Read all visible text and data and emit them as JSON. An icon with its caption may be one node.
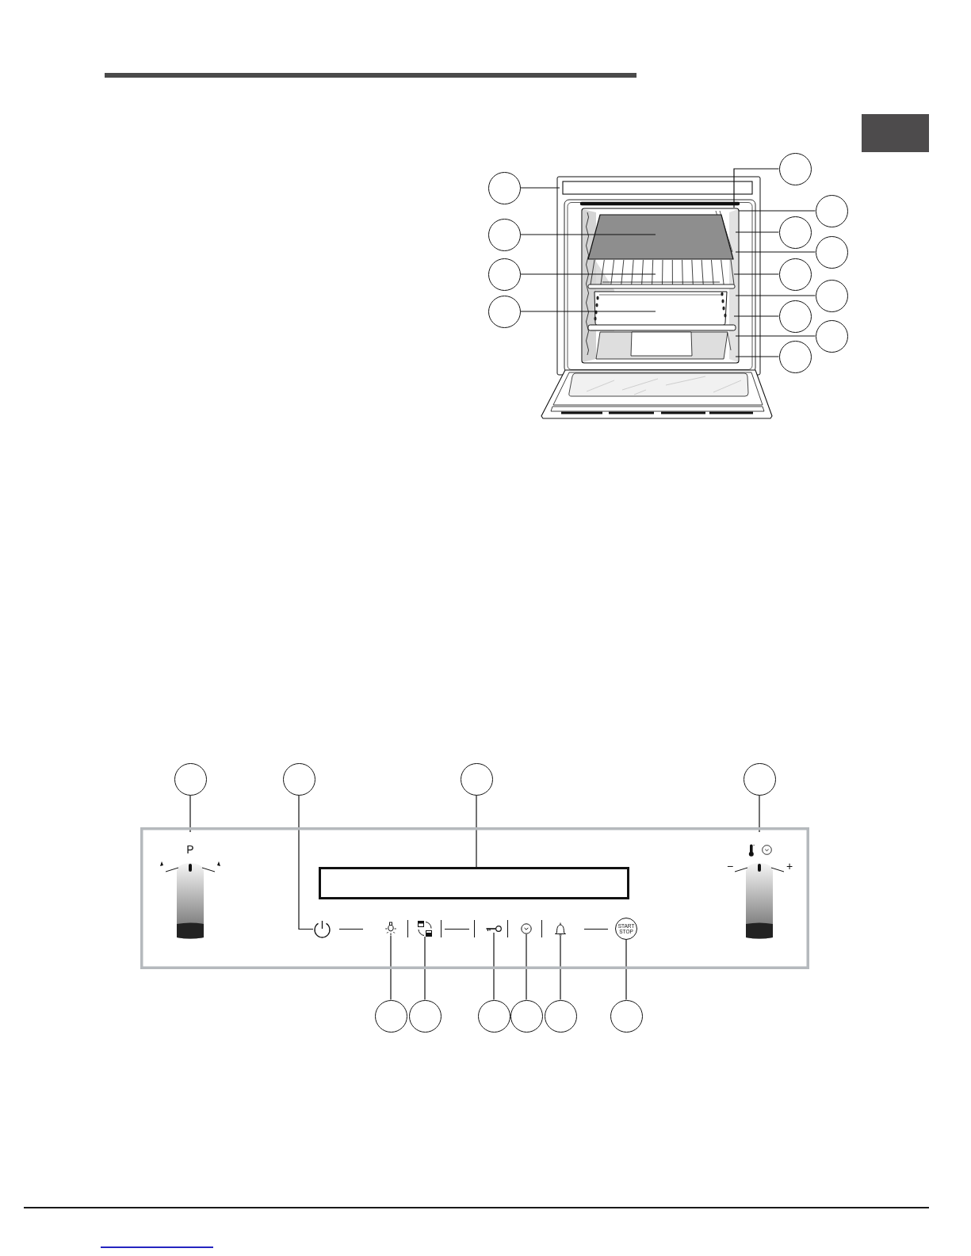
{
  "diagram": {
    "nodes": [
      {
        "text": [],
        "shape": "circle"
      },
      {
        "text": [],
        "shape": "circle"
      },
      {
        "text": [],
        "shape": "circle"
      },
      {
        "text": [],
        "shape": "circle"
      },
      {
        "text": [],
        "shape": "circle"
      },
      {
        "text": [],
        "shape": "circle"
      },
      {
        "text": [],
        "shape": "circle"
      },
      {
        "text": [],
        "shape": "circle"
      },
      {
        "text": [],
        "shape": "circle"
      },
      {
        "text": [],
        "shape": "circle"
      },
      {
        "text": [],
        "shape": "circle"
      },
      {
        "text": [],
        "shape": "circle"
      },
      {
        "text": [],
        "shape": "circle"
      },
      {
        "text": [],
        "shape": "circle"
      },
      {
        "text": [],
        "shape": "circle"
      },
      {
        "text": [],
        "shape": "circle"
      },
      {
        "text": [],
        "shape": "circle"
      },
      {
        "text": [],
        "shape": "box"
      },
      {
        "text": [
          "P"
        ],
        "in": 17
      },
      {
        "text": [],
        "shape": "box",
        "in": 17
      },
      {
        "text": [
          "−",
          "+"
        ],
        "in": 17
      },
      {
        "text": [],
        "shape": "picture",
        "in": 17
      },
      {
        "text": [],
        "shape": "picture",
        "in": 17
      },
      {
        "text": [],
        "shape": "picture",
        "in": 17
      },
      {
        "text": [],
        "shape": "picture",
        "in": 17
      },
      {
        "text": [],
        "shape": "picture",
        "in": 17
      },
      {
        "text": [],
        "shape": "picture",
        "in": 17
      },
      {
        "text": [
          "START STOP"
        ],
        "in": 17
      },
      {
        "text": [],
        "shape": "circle"
      },
      {
        "text": [],
        "shape": "circle"
      },
      {
        "text": [],
        "shape": "circle"
      },
      {
        "text": [],
        "shape": "circle"
      },
      {
        "text": [],
        "shape": "circle"
      },
      {
        "text": [],
        "shape": "circle"
      },
      {
        "text": [],
        "shape": "box"
      }
    ],
    "edges": [
      {
        "from": 0,
        "to": null,
        "arrow": "none"
      },
      {
        "from": 1,
        "to": null,
        "arrow": "none"
      },
      {
        "from": 2,
        "to": null,
        "arrow": "none"
      },
      {
        "from": 3,
        "to": null,
        "arrow": "none"
      },
      {
        "from": 4,
        "to": null,
        "arrow": "none"
      },
      {
        "from": 5,
        "to": null,
        "arrow": "none"
      },
      {
        "from": 6,
        "to": null,
        "arrow": "none"
      },
      {
        "from": 7,
        "to": null,
        "arrow": "none"
      },
      {
        "from": 8,
        "to": null,
        "arrow": "none"
      },
      {
        "from": 9,
        "to": null,
        "arrow": "none"
      },
      {
        "from": 10,
        "to": null,
        "arrow": "none"
      },
      {
        "from": 11,
        "to": null,
        "arrow": "none"
      },
      {
        "from": 12,
        "to": null,
        "arrow": "none"
      },
      {
        "from": 13,
        "to": 18,
        "arrow": "none"
      },
      {
        "from": 14,
        "to": 21,
        "arrow": "none"
      },
      {
        "from": 15,
        "to": 19,
        "arrow": "none"
      },
      {
        "from": 16,
        "to": 20,
        "arrow": "none"
      },
      {
        "from": 28,
        "to": 22,
        "arrow": "none"
      },
      {
        "from": 29,
        "to": 23,
        "arrow": "none"
      },
      {
        "from": 30,
        "to": 24,
        "arrow": "none"
      },
      {
        "from": 31,
        "to": 25,
        "arrow": "none"
      },
      {
        "from": 32,
        "to": 26,
        "arrow": "none"
      },
      {
        "from": 33,
        "to": 27,
        "arrow": "none"
      }
    ]
  }
}
